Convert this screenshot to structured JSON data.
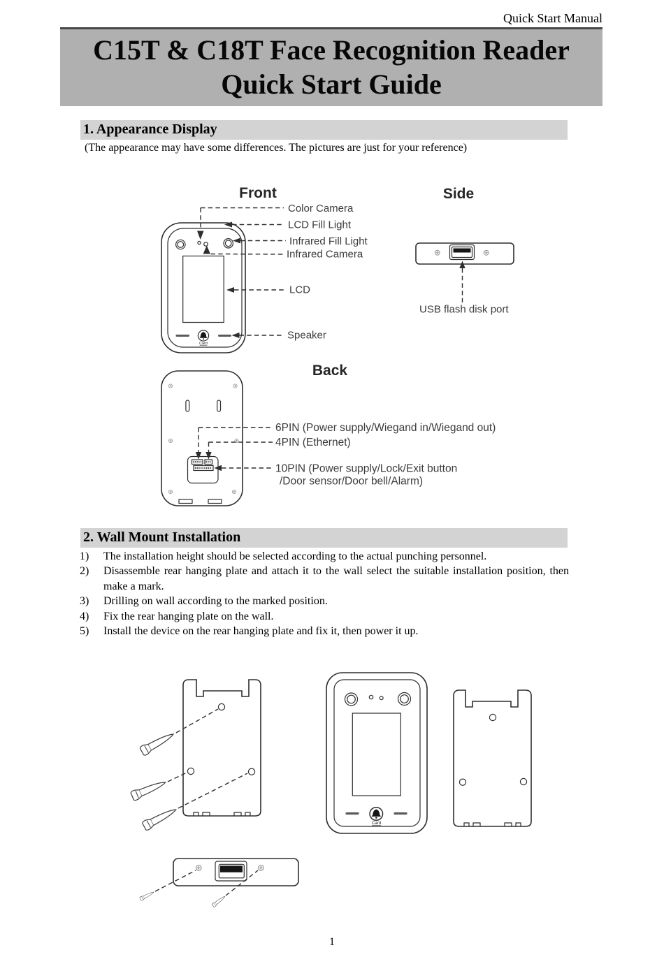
{
  "page": {
    "header_right": "Quick Start Manual",
    "title_line1": "C15T & C18T Face Recognition Reader",
    "title_line2": "Quick Start Guide",
    "page_number": "1"
  },
  "colors": {
    "banner_bg": "#b0b0b0",
    "banner_border": "#484848",
    "section_bar_bg": "#d3d3d3",
    "diagram_line": "#2e2e2e",
    "label_text": "#3c3c3c"
  },
  "section1": {
    "heading": "1. Appearance Display",
    "note": "(The appearance may have some differences. The pictures are just for your reference)",
    "front": {
      "title": "Front",
      "color_camera": "Color Camera",
      "lcd_fill_light": "LCD Fill Light",
      "infrared_fill_light": "Infrared Fill Light",
      "infrared_camera": "Infrared Camera",
      "lcd": "LCD",
      "speaker": "Speaker",
      "bell_caption": "Card"
    },
    "side": {
      "title": "Side",
      "usb_label": "USB flash disk port"
    },
    "back": {
      "title": "Back",
      "pin6": "6PIN  (Power supply/Wiegand in/Wiegand out)",
      "pin4": "4PIN  (Ethernet)",
      "pin10_line1": "10PIN  (Power supply/Lock/Exit button",
      "pin10_line2": "/Door sensor/Door bell/Alarm)"
    }
  },
  "section2": {
    "heading": "2. Wall Mount Installation",
    "steps": [
      {
        "num": "1)",
        "text": "The installation height should be selected according to the actual punching personnel."
      },
      {
        "num": "2)",
        "text": "Disassemble rear hanging plate and attach it to the wall select the suitable installation position, then make a mark."
      },
      {
        "num": "3)",
        "text": "Drilling on wall according to the marked position."
      },
      {
        "num": "4)",
        "text": "Fix the rear hanging plate on the wall."
      },
      {
        "num": "5)",
        "text": "Install the device on the rear hanging plate and fix it, then power it up."
      }
    ],
    "diagram": {
      "bell_caption": "Card"
    }
  }
}
